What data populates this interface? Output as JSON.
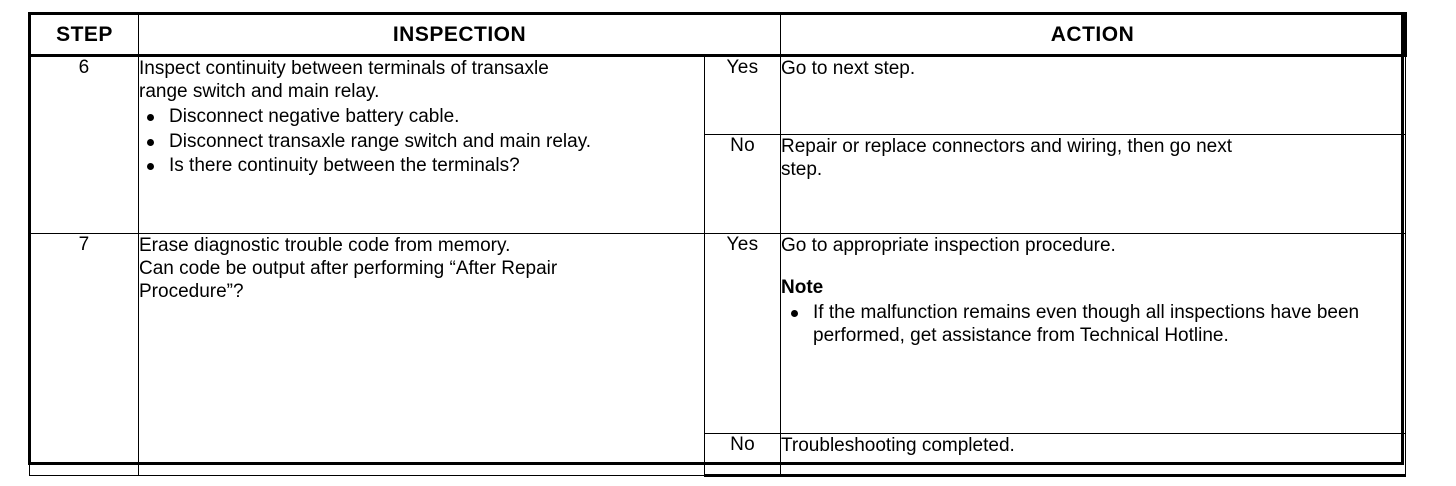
{
  "document": {
    "type": "troubleshooting-flowchart-table",
    "background_color": "#ffffff",
    "ink_color": "#000000"
  },
  "table": {
    "headers": {
      "step": "STEP",
      "inspection": "INSPECTION",
      "action": "ACTION"
    },
    "rows": [
      {
        "step": "6",
        "inspection": {
          "lead": [
            "Inspect continuity between terminals of transaxle",
            "range switch and main relay."
          ],
          "bullets": [
            "Disconnect negative battery cable.",
            "Disconnect transaxle range switch and main relay.",
            "Is there continuity between the terminals?"
          ]
        },
        "branches": [
          {
            "answer": "Yes",
            "action": {
              "lead": [
                "Go to next step."
              ],
              "note_title": "",
              "note_bullets": []
            }
          },
          {
            "answer": "No",
            "action": {
              "lead": [
                "Repair or replace connectors and wiring, then go next",
                "step."
              ],
              "note_title": "",
              "note_bullets": []
            }
          }
        ]
      },
      {
        "step": "7",
        "inspection": {
          "lead": [
            "Erase diagnostic trouble code from memory.",
            "Can code be output after performing “After Repair",
            "Procedure”?"
          ],
          "bullets": []
        },
        "branches": [
          {
            "answer": "Yes",
            "action": {
              "lead": [
                "Go to appropriate inspection procedure."
              ],
              "note_title": "Note",
              "note_bullets": [
                "If the malfunction remains even though all inspections have been performed, get assistance from Technical Hotline."
              ]
            }
          },
          {
            "answer": "No",
            "action": {
              "lead": [
                "Troubleshooting completed."
              ],
              "note_title": "",
              "note_bullets": []
            }
          }
        ]
      }
    ]
  }
}
